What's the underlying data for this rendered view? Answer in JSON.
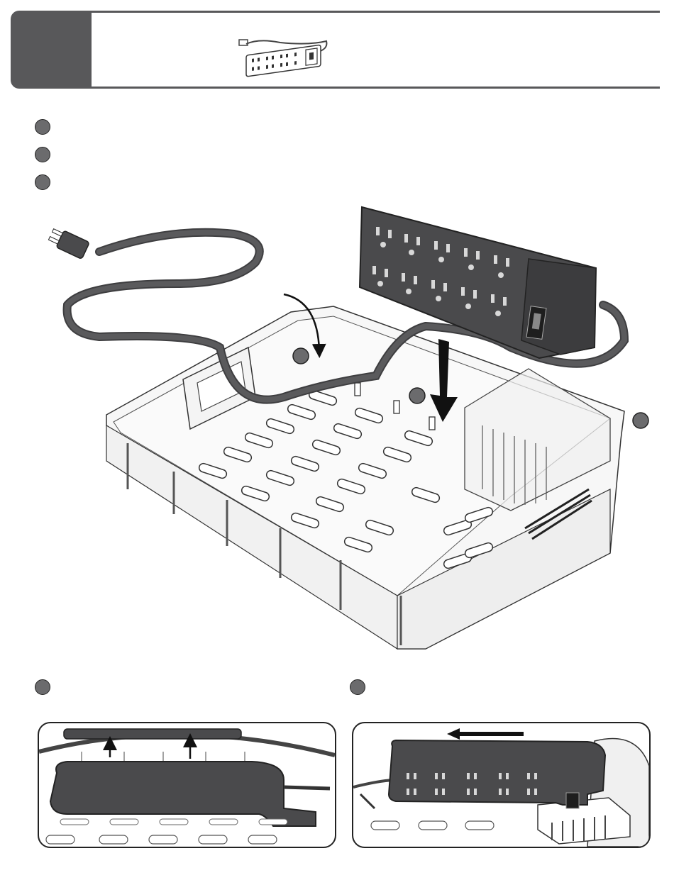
{
  "header": {
    "step_tab_icon": "step-number-tab",
    "thumbnail_icon": "power-strip-icon"
  },
  "steps": [
    {
      "marker": "step-marker-1"
    },
    {
      "marker": "step-marker-2"
    },
    {
      "marker": "step-marker-3"
    }
  ],
  "illustration": {
    "main_icon": "tray-with-power-strip-icon",
    "arrow_icons": [
      "down-arrow-icon",
      "curved-arrow-icon"
    ]
  },
  "detail_panels": [
    {
      "marker": "detail-marker-left",
      "icon": "power-strip-bottom-view-icon"
    },
    {
      "marker": "detail-marker-right",
      "icon": "power-strip-slide-icon"
    }
  ],
  "colors": {
    "tab_gray": "#58585a",
    "strip_dark": "#4a4a4c",
    "bullet_gray": "#6b6b6d",
    "outline": "#222222"
  }
}
